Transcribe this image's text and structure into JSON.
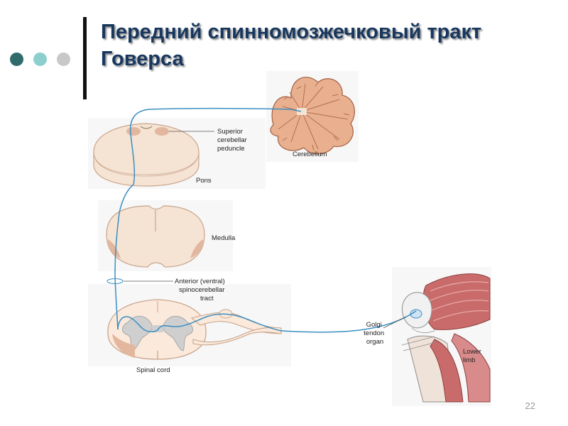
{
  "slide": {
    "title_line1": "Передний спинномозжечковый тракт",
    "title_line2": "Говерса",
    "page_number": "22"
  },
  "decor": {
    "dot_colors": [
      "#2f6b6b",
      "#8ccfcf",
      "#c8c8c8"
    ],
    "bar_color": "#111111",
    "title_color": "#17375e"
  },
  "diagram": {
    "labels": {
      "superior_peduncle": [
        "Superior",
        "cerebellar",
        "peduncle"
      ],
      "cerebellum": "Cerebellum",
      "pons": "Pons",
      "medulla": "Medulla",
      "tract": [
        "Anterior (ventral)",
        "spinocerebellar",
        "tract"
      ],
      "golgi": [
        "Golgi",
        "tendon",
        "organ"
      ],
      "lower_limb": [
        "Lower",
        "limb"
      ],
      "spinal_cord": "Spinal cord"
    },
    "colors": {
      "tissue": "#fbe9db",
      "tissue_edge": "#c9a58c",
      "nucleus": "#e2b79e",
      "pathway": "#3a8fc2",
      "muscle": "#c96b6b",
      "cerebellum": "#e9b08f"
    }
  }
}
